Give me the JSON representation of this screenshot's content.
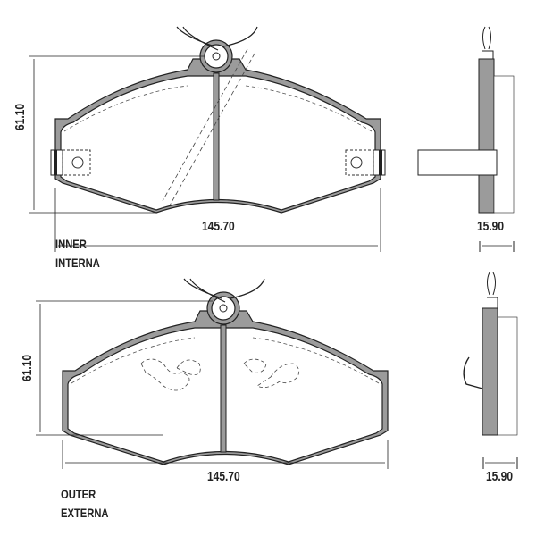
{
  "inner": {
    "height": "61.10",
    "width": "145.70",
    "thickness": "15.90",
    "label_en": "INNER",
    "label_es": "INTERNA"
  },
  "outer": {
    "height": "61.10",
    "width": "145.70",
    "thickness": "15.90",
    "label_en": "OUTER",
    "label_es": "EXTERNA"
  },
  "colors": {
    "plate": "#9b9b9b",
    "line": "#222222"
  }
}
